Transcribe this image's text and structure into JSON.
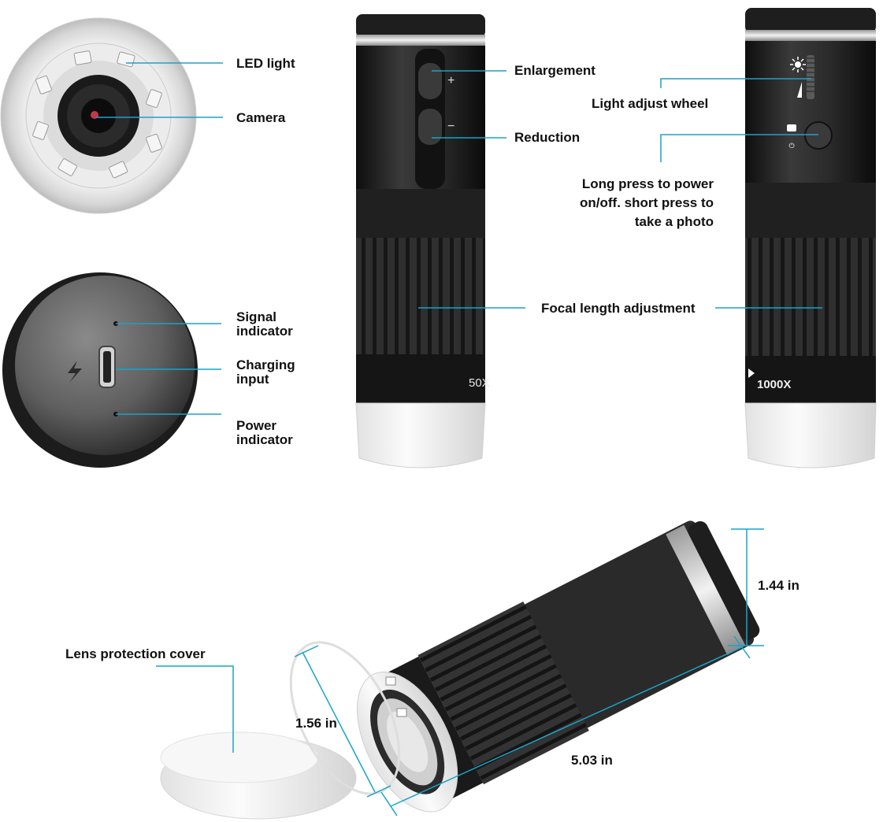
{
  "labels": {
    "led_light": "LED light",
    "camera": "Camera",
    "signal_indicator_1": "Signal",
    "signal_indicator_2": "indicator",
    "charging_input_1": "Charging",
    "charging_input_2": "input",
    "power_indicator_1": "Power",
    "power_indicator_2": "indicator",
    "enlargement": "Enlargement",
    "reduction": "Reduction",
    "light_adjust_wheel": "Light adjust wheel",
    "power_line_1": "Long press to power",
    "power_line_2": "on/off. short press to",
    "power_line_3": "take a photo",
    "focal_length": "Focal length adjustment",
    "lens_cover": "Lens protection cover"
  },
  "device_markings": {
    "plus": "+",
    "minus": "−",
    "mag_low": "50X",
    "mag_high": "1000X"
  },
  "dimensions": {
    "height": "1.44 in",
    "diameter": "1.56 in",
    "length": "5.03 in"
  },
  "colors": {
    "callout": "#1aa3c8",
    "body": "#1c1c1c",
    "band": "#d9d9d9"
  },
  "icons": [
    "led-ring-icon",
    "camera-lens-icon",
    "usb-port-icon",
    "lightning-icon",
    "sun-icon",
    "camera-power-icon"
  ]
}
